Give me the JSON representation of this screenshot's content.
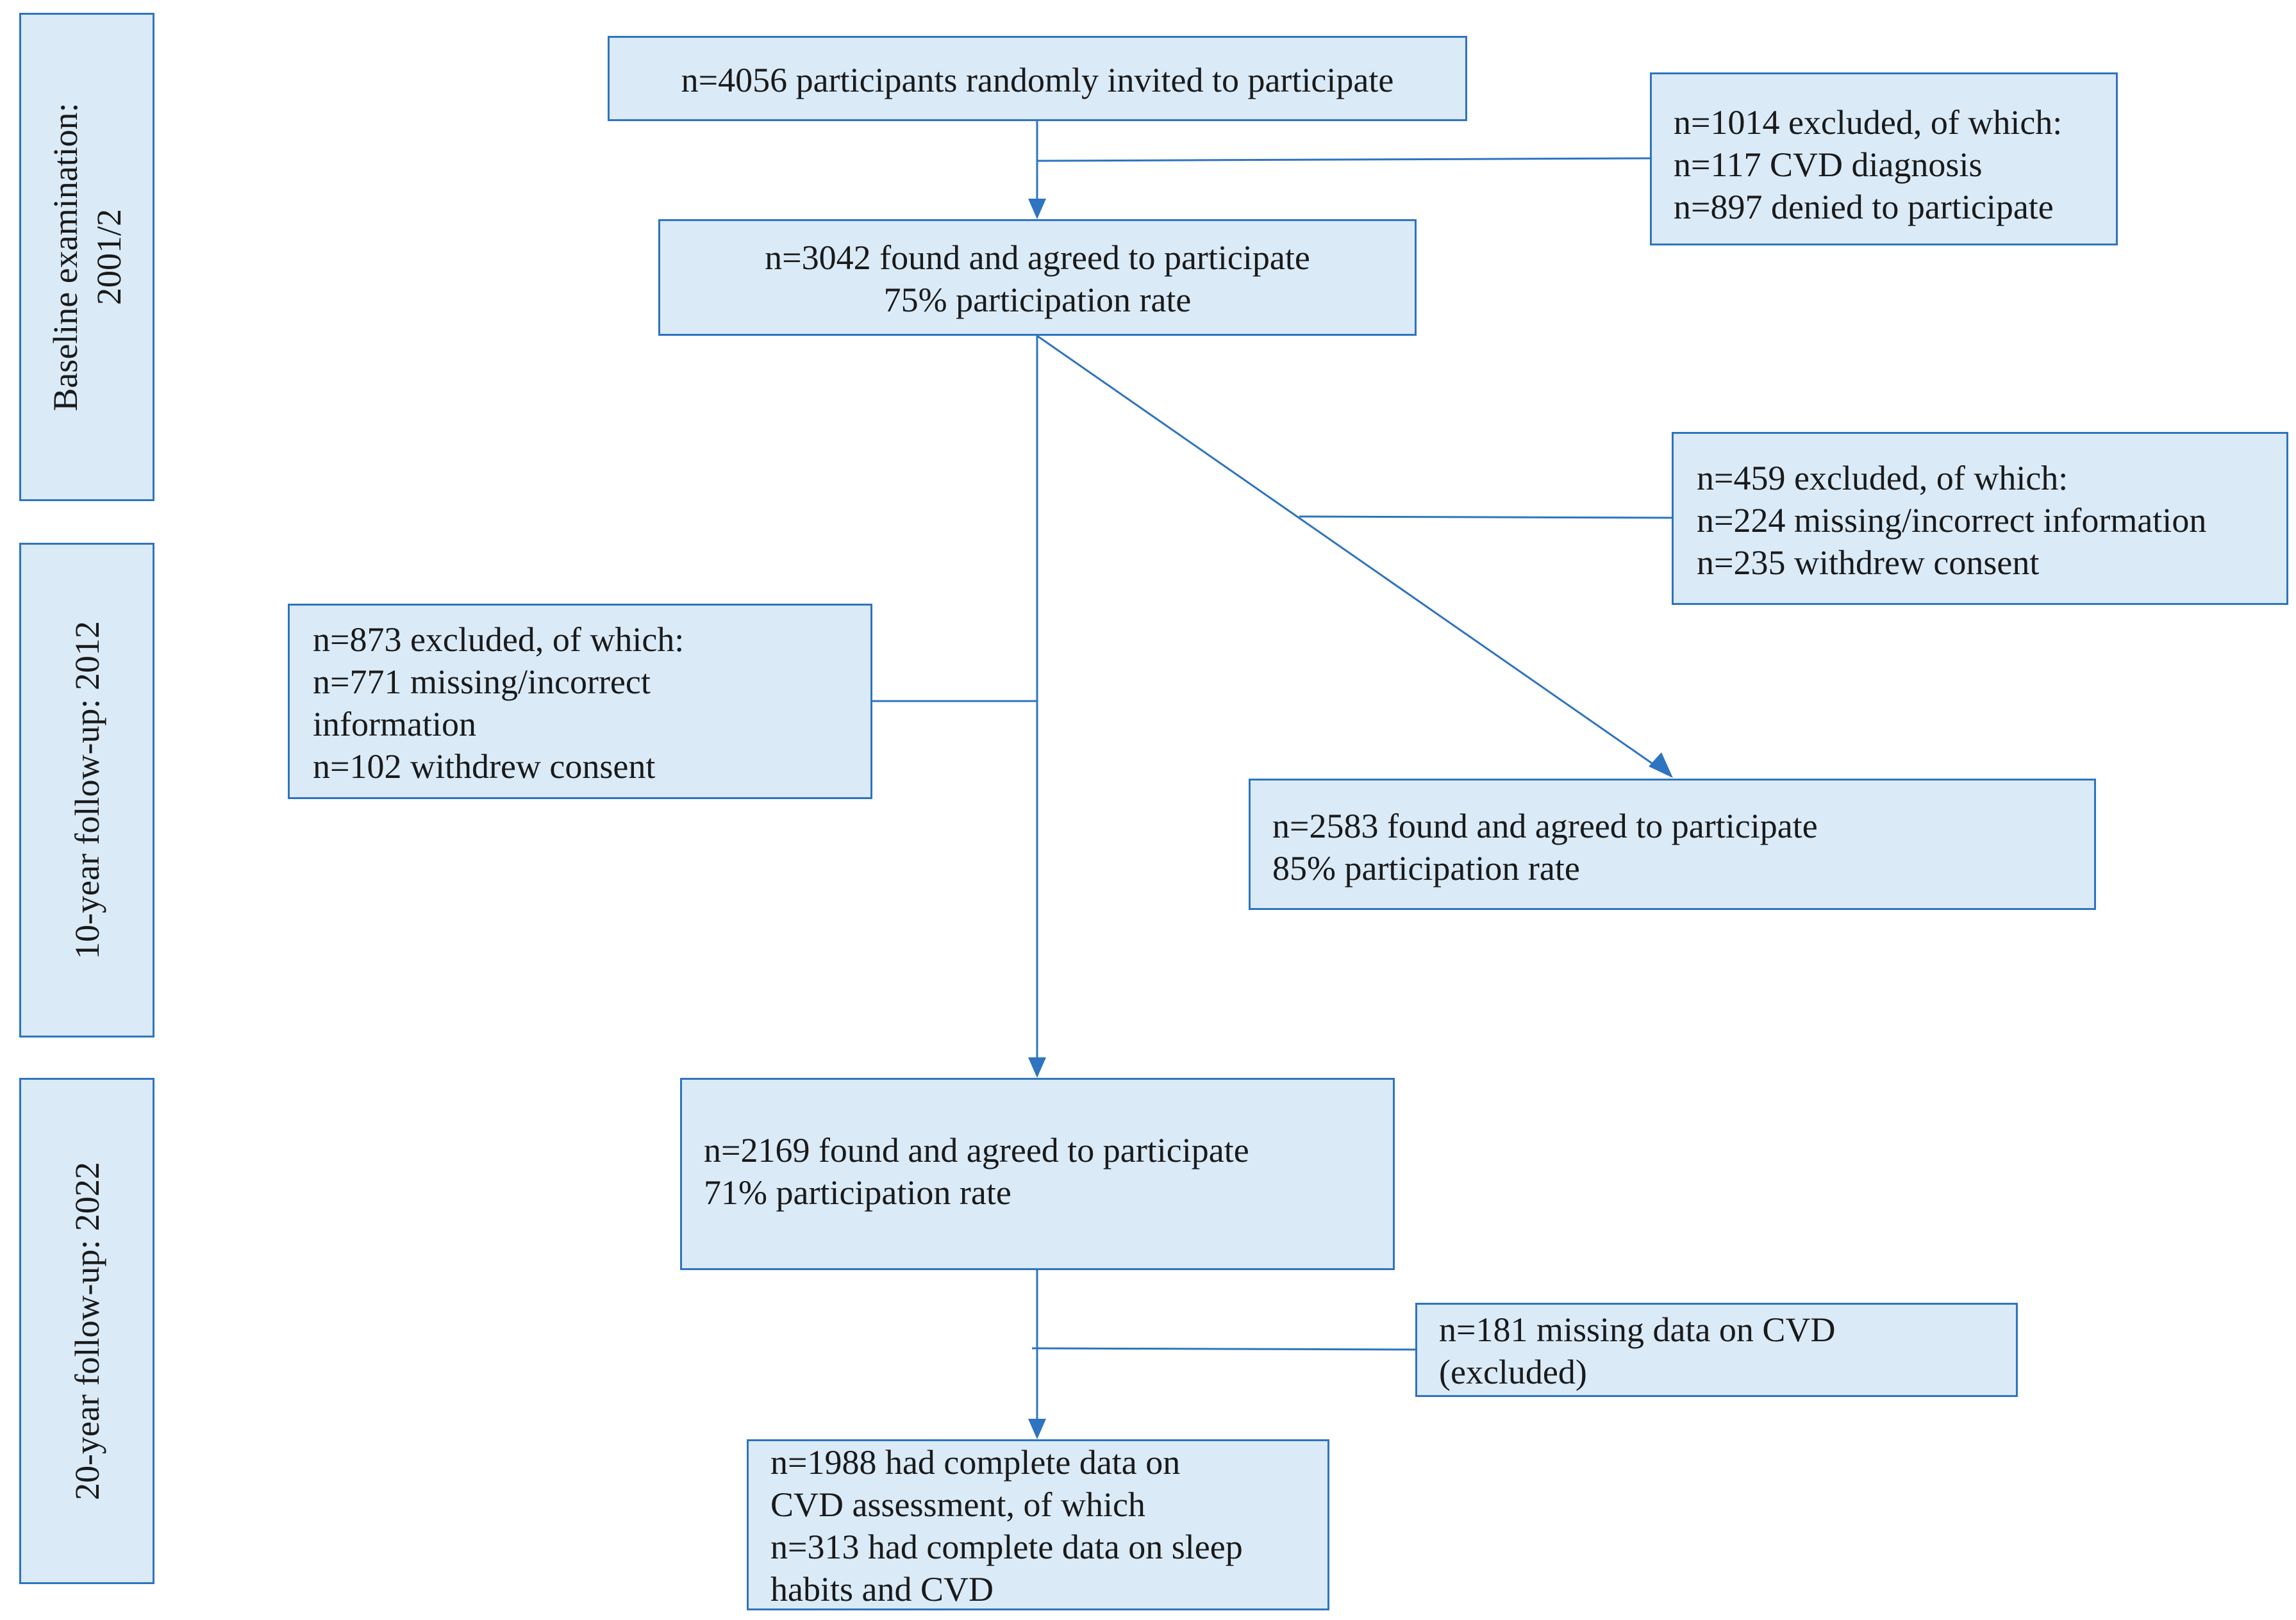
{
  "stages": {
    "baseline": [
      "Baseline examination:",
      "2001/2"
    ],
    "followup10": [
      "10-year follow-up: 2012"
    ],
    "followup20": [
      "20-year follow-up: 2022"
    ]
  },
  "boxes": {
    "invited": [
      "n=4056 participants randomly invited to participate"
    ],
    "excluded_baseline": [
      "n=1014 excluded, of which:",
      "n=117 CVD diagnosis",
      "n=897 denied to participate"
    ],
    "baseline_participants": [
      "n=3042 found and agreed to participate",
      "75% participation rate"
    ],
    "excluded_10yr_right": [
      "n=459 excluded, of which:",
      "n=224 missing/incorrect information",
      "n=235 withdrew consent"
    ],
    "excluded_10yr_left": [
      "n=873 excluded, of which:",
      "n=771 missing/incorrect",
      "information",
      "n=102 withdrew consent"
    ],
    "followup10_participants": [
      "n=2583 found and agreed to participate",
      "85% participation rate"
    ],
    "followup20_participants": [
      "n=2169 found and agreed to participate",
      "71% participation rate"
    ],
    "missing_cvd": [
      "n=181 missing data on CVD",
      "(excluded)"
    ],
    "final_sample": [
      "n=1988 had complete data on",
      "CVD assessment, of which",
      "n=313 had complete data on sleep",
      "habits and CVD"
    ]
  },
  "colors": {
    "box_fill": "#daeaf7",
    "box_border": "#2e74c0",
    "connector": "#2e74c0"
  }
}
